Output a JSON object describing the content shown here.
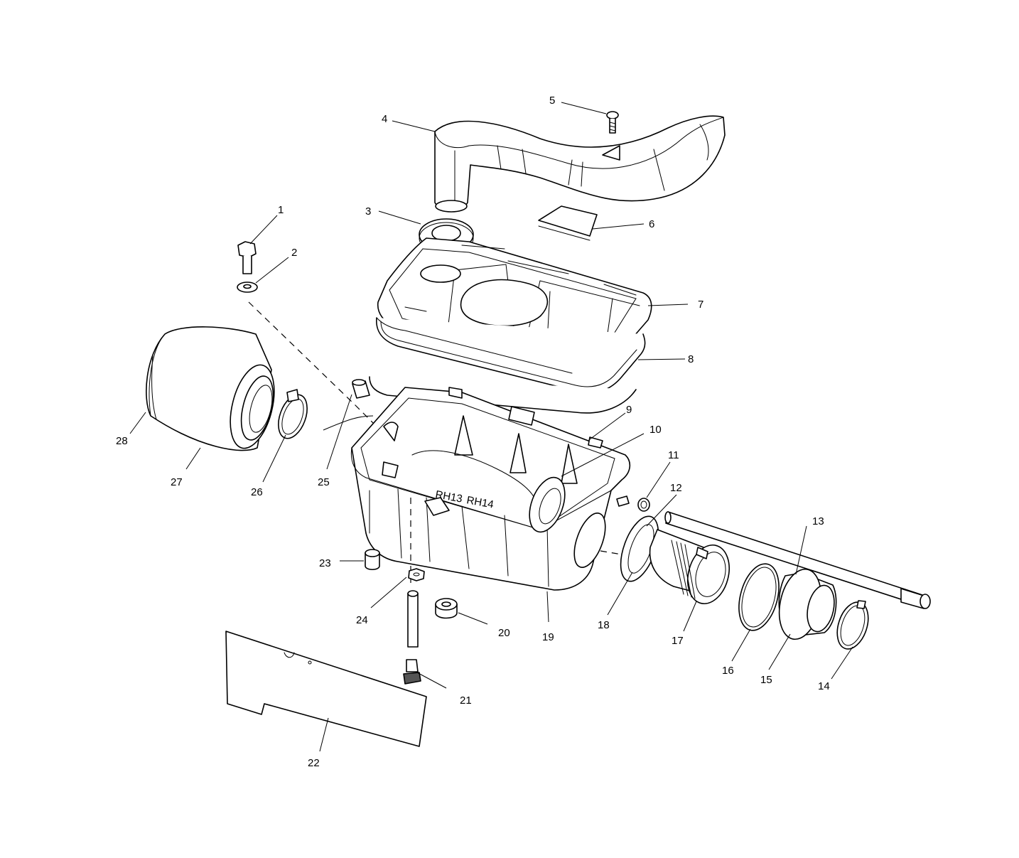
{
  "callouts": [
    {
      "label": "1"
    },
    {
      "label": "2"
    },
    {
      "label": "3"
    },
    {
      "label": "4"
    },
    {
      "label": "5"
    },
    {
      "label": "6"
    },
    {
      "label": "7"
    },
    {
      "label": "8"
    },
    {
      "label": "9"
    },
    {
      "label": "10"
    },
    {
      "label": "11"
    },
    {
      "label": "12"
    },
    {
      "label": "13"
    },
    {
      "label": "14"
    },
    {
      "label": "15"
    },
    {
      "label": "16"
    },
    {
      "label": "17"
    },
    {
      "label": "18"
    },
    {
      "label": "19"
    },
    {
      "label": "20"
    },
    {
      "label": "21"
    },
    {
      "label": "22"
    },
    {
      "label": "23"
    },
    {
      "label": "24"
    },
    {
      "label": "25"
    },
    {
      "label": "26"
    },
    {
      "label": "27"
    },
    {
      "label": "28"
    }
  ],
  "box_stamps": {
    "left": "RH13",
    "right": "RH14"
  }
}
